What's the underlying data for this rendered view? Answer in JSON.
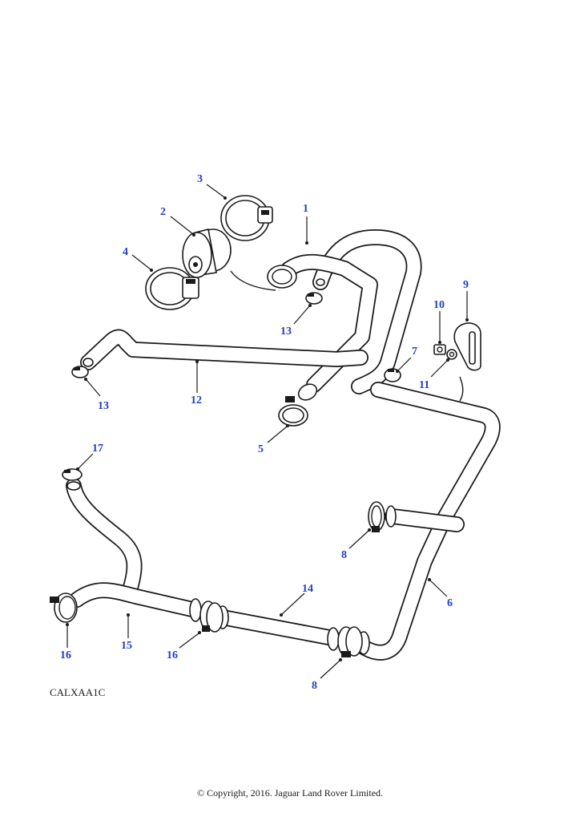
{
  "diagram": {
    "callouts": {
      "c1": "1",
      "c2": "2",
      "c3": "3",
      "c4": "4",
      "c5": "5",
      "c6": "6",
      "c7": "7",
      "c8a": "8",
      "c8b": "8",
      "c9": "9",
      "c10": "10",
      "c11": "11",
      "c12": "12",
      "c13a": "13",
      "c13b": "13",
      "c14": "14",
      "c15": "15",
      "c16a": "16",
      "c16b": "16",
      "c17": "17"
    },
    "drawing_code": "CALXAA1C",
    "copyright": "© Copyright, 2016. Jaguar Land Rover Limited."
  }
}
